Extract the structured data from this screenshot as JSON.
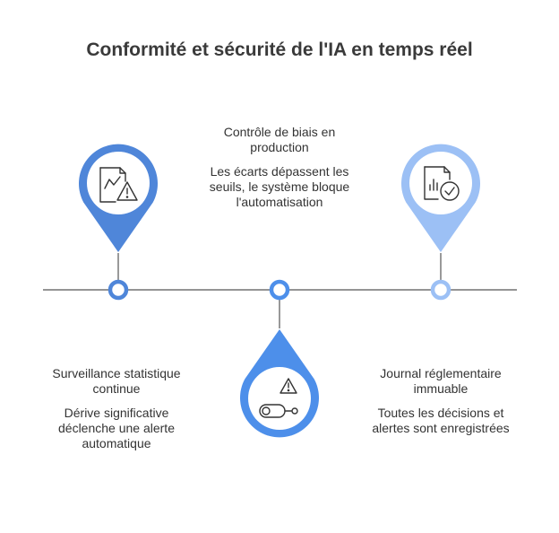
{
  "title": "Conformité et sécurité de l'IA en temps réel",
  "colors": {
    "line": "#555555",
    "pin_1": "#4f86d9",
    "pin_2": "#4d8fea",
    "pin_3": "#9cc0f5",
    "icon_stroke": "#333333"
  },
  "steps": [
    {
      "heading": "Surveillance statistique continue",
      "description": "Dérive significative déclenche une alerte automatique",
      "icon": "chart-warning-icon"
    },
    {
      "heading": "Contrôle de biais en production",
      "description": "Les écarts dépassent les seuils, le système bloque l'automatisation",
      "icon": "toggle-warning-icon"
    },
    {
      "heading": "Journal réglementaire immuable",
      "description": "Toutes les décisions et alertes sont enregistrées",
      "icon": "document-check-icon"
    }
  ]
}
